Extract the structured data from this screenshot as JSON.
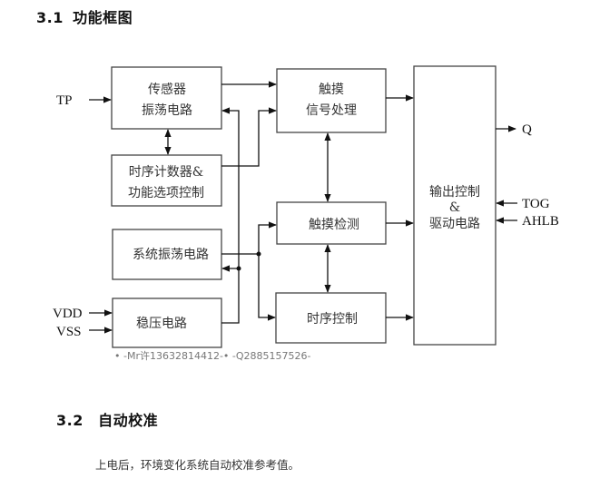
{
  "sections": {
    "s31": {
      "number": "3.1",
      "title": "功能框图"
    },
    "s32": {
      "number": "3.2",
      "title": "自动校准",
      "body": "上电后，环境变化系统自动校准参考值。"
    }
  },
  "diagram": {
    "blocks": {
      "sensor_osc": {
        "lines": [
          "传感器",
          "振荡电路"
        ]
      },
      "timer_counter": {
        "lines": [
          "时序计数器&",
          "功能选项控制"
        ]
      },
      "sys_osc": {
        "lines": [
          "系统振荡电路"
        ]
      },
      "regulator": {
        "lines": [
          "稳压电路"
        ]
      },
      "touch_signal": {
        "lines": [
          "触摸",
          "信号处理"
        ]
      },
      "touch_detect": {
        "lines": [
          "触摸检测"
        ]
      },
      "timing_ctrl": {
        "lines": [
          "时序控制"
        ]
      },
      "output_drive": {
        "lines": [
          "输出控制",
          "&",
          "驱动电路"
        ]
      }
    },
    "pins": {
      "tp": "TP",
      "vdd": "VDD",
      "vss": "VSS",
      "q": "Q",
      "tog": "TOG",
      "ahlb": "AHLB"
    },
    "colors": {
      "line": "#111111",
      "box": "#444444"
    }
  },
  "watermark": "• -Mr许13632814412-• -Q2885157526-"
}
